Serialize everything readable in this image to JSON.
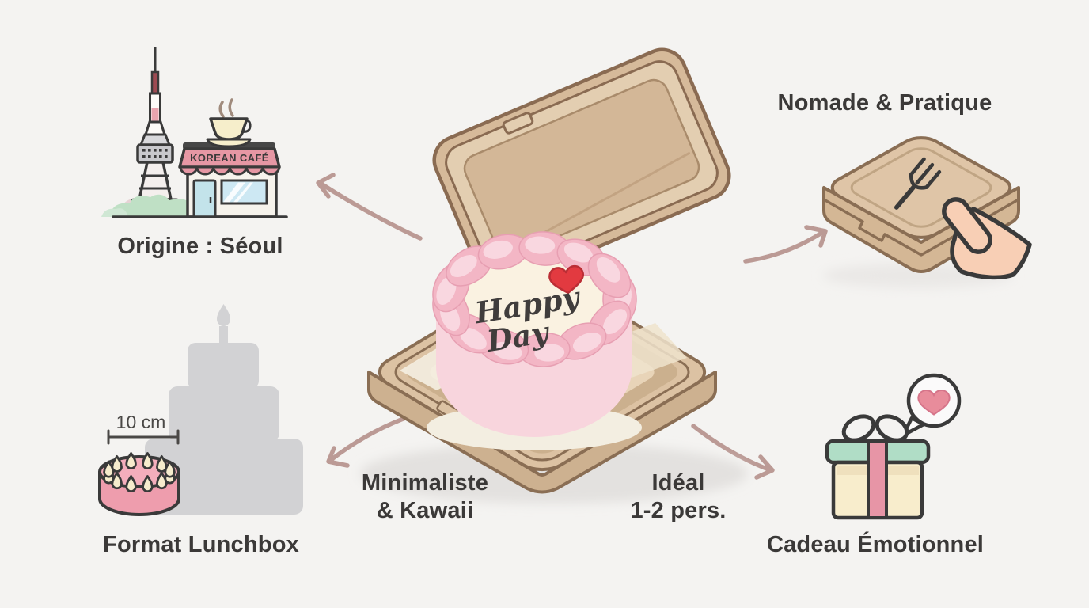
{
  "palette": {
    "background": "#f4f3f1",
    "label_text": "#3b3938",
    "arrow": "#bb9a95",
    "kraft": "#dcc2a3",
    "kraft_dark": "#cdb190",
    "kraft_outline": "#8a6e54",
    "cake_pink": "#f8d5dd",
    "frosting_pink": "#f3b6c5",
    "cake_cream": "#faf2e1",
    "heart_red": "#e23a40",
    "mint_green": "#b0ddc6",
    "ribbon_pink": "#e795a6",
    "silhouette_gray": "#d2d2d4",
    "skin": "#f8cfb5",
    "awning_pink": "#e697a4",
    "window_blue": "#cde8f3"
  },
  "center": {
    "cake_text_line1": "Happy",
    "cake_text_line2": "Day"
  },
  "callouts": {
    "origin": {
      "label": "Origine : Séoul",
      "sign": "KOREAN CAFÉ"
    },
    "nomade": {
      "label": "Nomade & Pratique"
    },
    "format": {
      "label": "Format Lunchbox",
      "measurement": "10 cm"
    },
    "minimaliste": {
      "line1": "Minimaliste",
      "line2": "& Kawaii"
    },
    "ideal": {
      "line1": "Idéal",
      "line2": "1-2 pers."
    },
    "cadeau": {
      "label": "Cadeau Émotionnel"
    }
  },
  "icons": {
    "origin": [
      "seoul-tower-icon",
      "coffee-cup-icon",
      "cafe-storefront-icon"
    ],
    "center": [
      "open-lunchbox-icon",
      "bento-cake-icon",
      "heart-icon"
    ],
    "nomade": [
      "closed-lunchbox-icon",
      "fork-icon",
      "hand-icon"
    ],
    "format": [
      "tiered-cake-silhouette-icon",
      "mini-cake-icon",
      "measurement-ruler"
    ],
    "cadeau": [
      "gift-box-icon",
      "heart-speech-bubble-icon"
    ]
  }
}
